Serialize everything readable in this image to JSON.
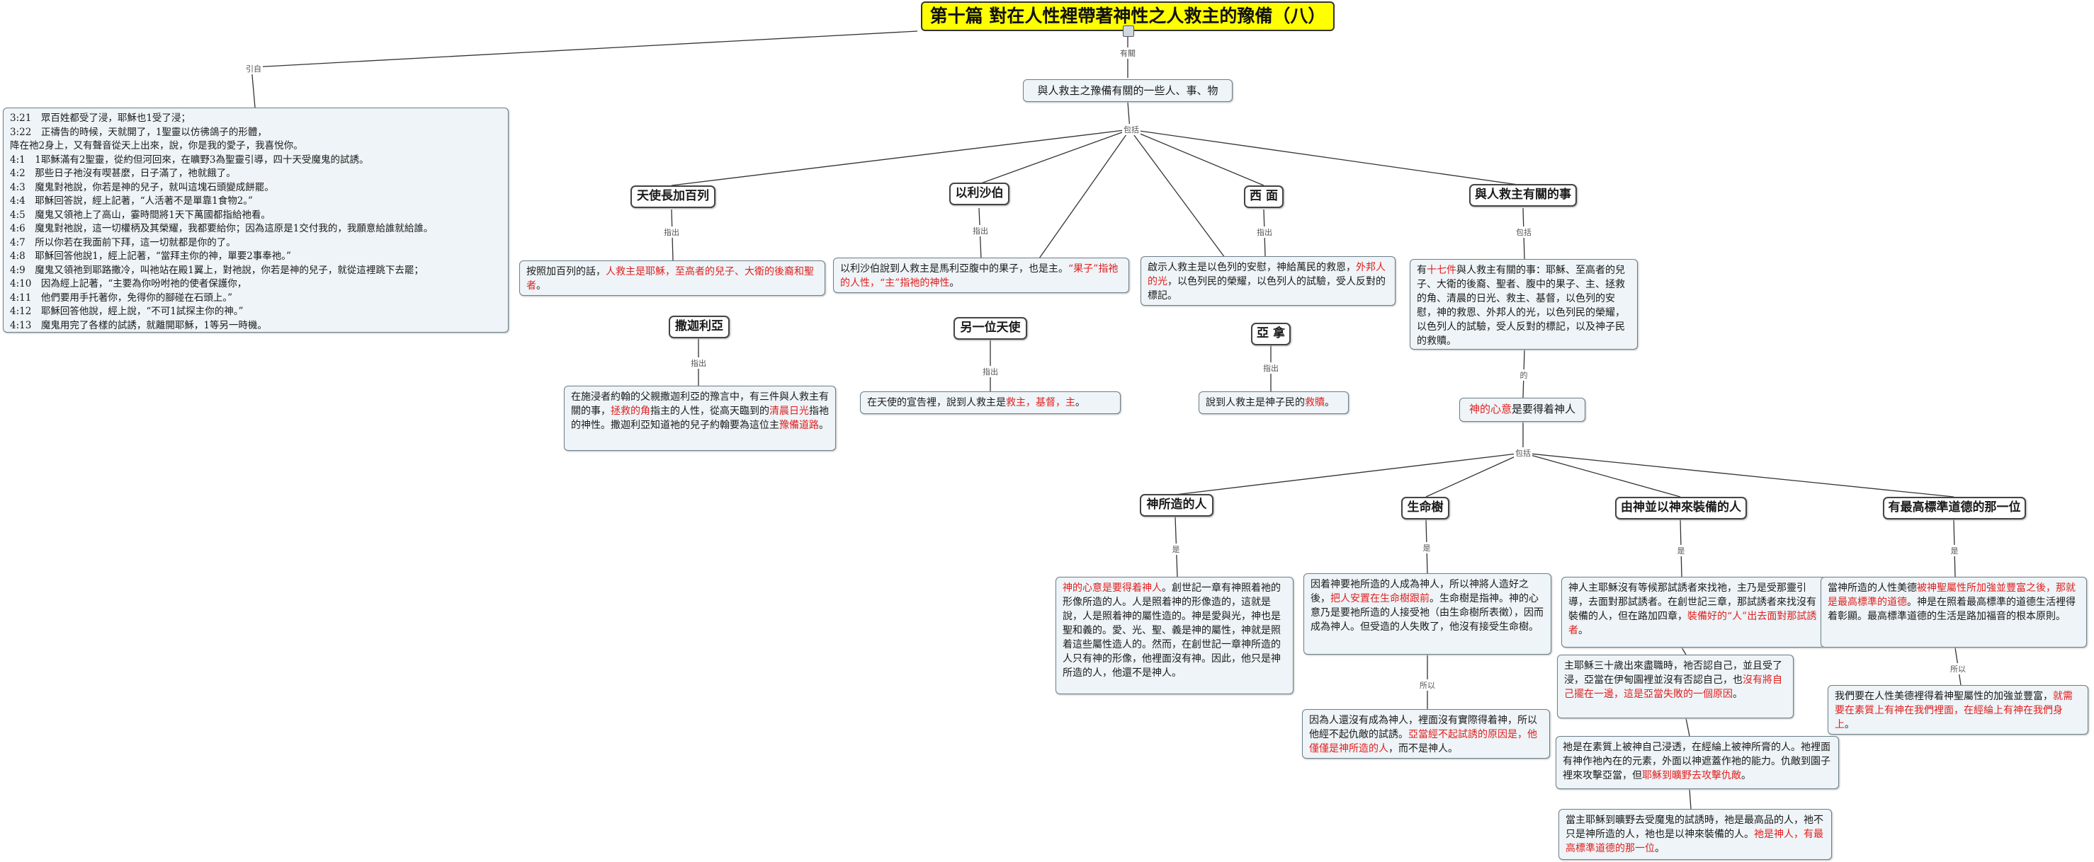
{
  "title": "第十篇 對在人性裡帶著神性之人救主的豫備（八）",
  "labels": {
    "intro": "引自",
    "has": "有關",
    "includes1": "包括",
    "from1": "指出",
    "from2": "指出",
    "from3": "指出",
    "from4": "指出",
    "from5": "指出",
    "includes2": "包括",
    "means": "的",
    "includes3": "包括",
    "is1": "是",
    "is2": "是",
    "is3": "是",
    "is4": "是",
    "so1": "所以",
    "so2": "所以"
  },
  "scripture": [
    "3:21　眾百姓都受了浸，耶穌也1受了浸；",
    "3:22　正禱告的時候，天就開了，1聖靈以仿彿鴿子的形體，",
    "降在祂2身上，又有聲音從天上出來，說，你是我的愛子，我喜悅你。",
    "4:1　1耶穌滿有2聖靈，從約但河回來，在曠野3為聖靈引導，四十天受魔鬼的試誘。",
    "4:2　那些日子祂沒有喫甚麼，日子滿了，祂就餓了。",
    "4:3　魔鬼對祂說，你若是神的兒子，就叫這塊石頭變成餅罷。",
    "4:4　耶穌回答說，經上記著，“人活著不是單靠1食物2。”",
    "4:5　魔鬼又領祂上了高山，霎時間將1天下萬國都指給祂看。",
    "4:6　魔鬼對祂說，這一切權柄及其榮耀，我都要給你；因為這原是1交付我的，我願意給誰就給誰。",
    "4:7　所以你若在我面前下拜，這一切就都是你的了。",
    "4:8　耶穌回答他說1，經上記著，“當拜主你的神，單要2事奉祂。”",
    "4:9　魔鬼又領祂到耶路撒冷，叫祂站在殿1翼上，對祂說，你若是神的兒子，就從這裡跳下去罷；",
    "4:10　因為經上記著，“主要為你吩咐祂的使者保護你，",
    "4:11　他們要用手托著你，免得你的腳碰在石頭上。”",
    "4:12　耶穌回答他說，經上說，“不可1試探主你的神。”",
    "4:13　魔鬼用完了各樣的試誘，就離開耶穌，1等另一時機。"
  ],
  "hub": "與人救主之豫備有關的一些人、事、物",
  "topics": {
    "gabriel": "天使長加百列",
    "isaiah": "以利沙伯",
    "simeon": "西 面",
    "related": "與人救主有關的事",
    "zacharias": "撒迦利亞",
    "angel": "另一位天使",
    "anna": "亞 拿",
    "created": "神所造的人",
    "tree": "生命樹",
    "equipped": "由神並以神來裝備的人",
    "highest": "有最高標準道德的那一位"
  },
  "boxes": {
    "gabriel_a": "按照加百列的話，",
    "gabriel_r": "人救主是耶穌，至高者的兒子、大衛的後裔和聖者",
    "gabriel_b": "。",
    "elizabeth_a": "以利沙伯說到人救主是馬利亞腹中的果子，也是主。",
    "elizabeth_r1": "“果子”指祂的人性，",
    "elizabeth_r2": "“主”指祂的神性",
    "elizabeth_b": "。",
    "simeon_a": "啟示人救主是以色列的安慰，神給萬民的救恩，",
    "simeon_r": "外邦人的光",
    "simeon_b": "，以色列民的榮耀，以色列人的試驗，受人反對的標記。",
    "related_a": "有",
    "related_r": "十七件",
    "related_b": "與人救主有關的事：耶穌、至高者的兒子、大衛的後裔、聖者、腹中的果子、主、拯救的角、清晨的日光、救主、基督，以色列的安慰，神的救恩、外邦人的光，以色列民的榮耀，以色列人的試驗，受人反對的標記，以及神子民的救贖。",
    "zach_a": "在施浸者約翰的父親撒迦利亞的豫言中，有三件與人救主有關的事，",
    "zach_r1": "拯救的角",
    "zach_b": "指主的人性，從高天臨到的",
    "zach_r2": "清晨日光",
    "zach_c": "指祂的神性。撒迦利亞知道祂的兒子約翰要為這位主",
    "zach_r3": "豫備道路",
    "zach_d": "。",
    "angel_a": "在天使的宣告裡，說到人救主是",
    "angel_r": "救主，基督，主",
    "angel_b": "。",
    "anna_a": "說到人救主是神子民的",
    "anna_r": "救贖",
    "anna_b": "。",
    "mind_r": "神的心意",
    "mind_b": "是要得着神人",
    "created_r": "神的心意是要得着神人",
    "created_b": "。創世記一章有神照着祂的形像所造的人。人是照着神的形像造的，這就是說，人是照着神的屬性造的。神是愛與光，神也是聖和義的。愛、光、聖、義是神的屬性，神就是照着這些屬性造人的。然而，在創世記一章神所造的人只有神的形像，他裡面沒有神。因此，他只是神所造的人，他還不是神人。",
    "tree_a": "因着神要祂所造的人成為神人，所以神將人造好之後，",
    "tree_r": "把人安置在生命樹跟前",
    "tree_b": "。生命樹是指神。神的心意乃是要祂所造的人接受祂（由生命樹所表徵），因而成為神人。但受造的人失敗了，他沒有接受生命樹。",
    "tree2_a": "因為人還沒有成為神人，裡面沒有實際得着神，所以他經不起仇敵的試誘。",
    "tree2_r": "亞當經不起試誘的原因是，他僅僅是神所造的人",
    "tree2_b": "，而不是神人。",
    "equip1_a": "神人主耶穌沒有等候那試誘者來找祂，主乃是受那靈引導，去面對那試誘者。在創世記三章，那試誘者來找沒有裝備的人，但在路加四章，",
    "equip1_r": "裝備好的“人”出去面對那試誘者",
    "equip1_b": "。",
    "equip2_a": "主耶穌三十歲出來盡職時，祂否認自己，並且受了浸，亞當在伊甸園裡並沒有否認自己，也",
    "equip2_r": "沒有將自己擺在一邊，這是亞當失敗的一個原因",
    "equip2_b": "。",
    "equip3_a": "祂是在素質上被神自己浸透，在經綸上被神所膏的人。祂裡面有神作祂內在的元素，外面以神遮蓋作祂的能力。仇敵到園子裡來攻擊亞當，但",
    "equip3_r": "耶穌到曠野去攻擊仇敵",
    "equip3_b": "。",
    "equip4_a": "當主耶穌到曠野去受魔鬼的試誘時，祂是最高品的人，祂不只是神所造的人，祂也是以神來裝備的人。",
    "equip4_r": "祂是神人，有最高標準道德的那一位",
    "equip4_b": "。",
    "high1_a": "當神所造的人性美德",
    "high1_r": "被神聖屬性所加強並豐富之後，那就是最高標準的道德",
    "high1_b": "。神是在照着最高標準的道德生活裡得着彰顯。最高標準道德的生活是路加福音的根本原則。",
    "high2_a": "我們要在人性美德裡得着神聖屬性的加強並豐富，",
    "high2_r": "就需要在素質上有神在我們裡面，在經綸上有神在我們身上",
    "high2_b": "。"
  },
  "colors": {
    "root_bg": "#ffff00",
    "box_bg": "#eef4f7",
    "highlight": "#e02020",
    "line": "#333333"
  }
}
